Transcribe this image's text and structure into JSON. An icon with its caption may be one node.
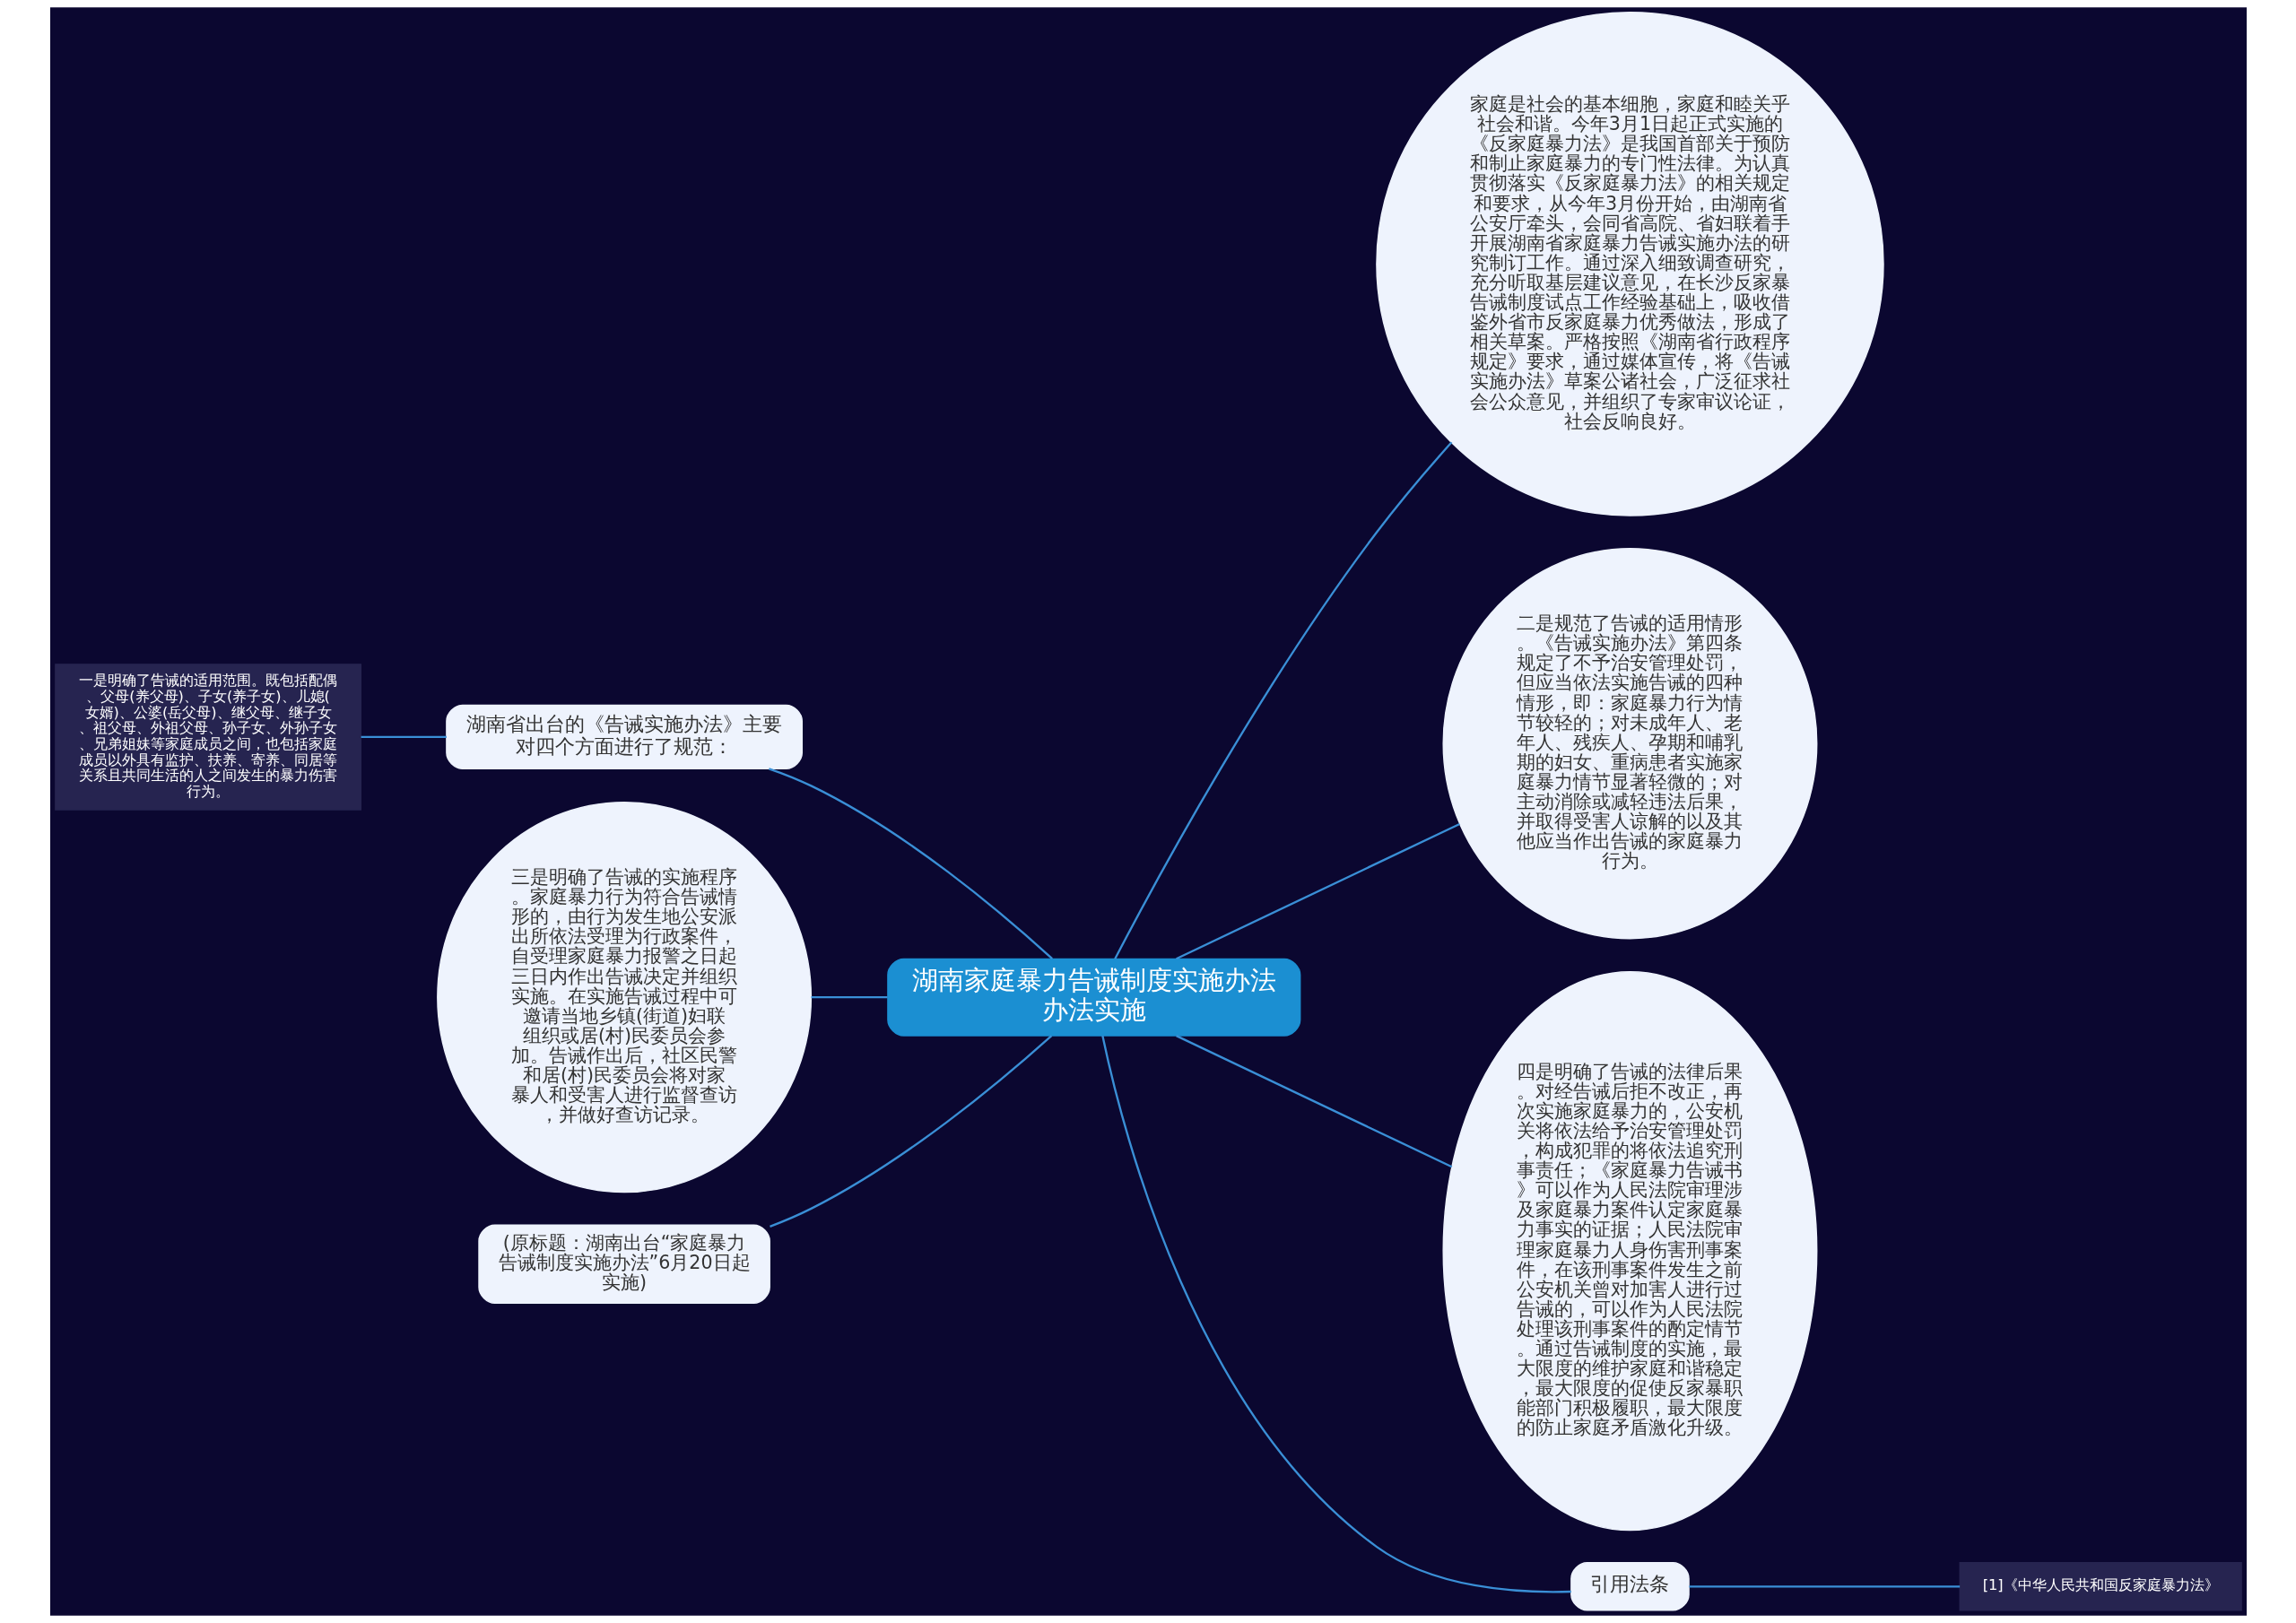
{
  "diagram": {
    "nodes": [
      {
        "text": [
          "湖南家庭暴力告诫制度实施办法办法实施"
        ]
      },
      {
        "text": [
          "家庭是社会的基本细胞，家庭和睦关乎社会和谐。今年3月1日起正式实施的《反家庭暴力法》是我国首部关于预防和制止家庭暴力的专门性法律。为认真贯彻落实《反家庭暴力法》的相关规定和要求，从今年3月份开始，由湖南省公安厅牵头，会同省高院、省妇联着手开展湖南省家庭暴力告诫实施办法的研究制订工作。通过深入细致调查研究，充分听取基层建议意见，在长沙反家暴告诫制度试点工作经验基础上，吸收借鉴外省市反家庭暴力优秀做法，形成了相关草案。严格按照《湖南省行政程序规定》要求，通过媒体宣传，将《告诫实施办法》草案公诸社会，广泛征求社会公众意见，并组织了专家审议论证，社会反响良好。"
        ]
      },
      {
        "text": [
          "湖南省出台的《告诫实施办法》主要对四个方面进行了规范："
        ]
      },
      {
        "text": [
          "一是明确了告诫的适用范围。既包括配偶、父母(养父母)、子女(养子女)、儿媳(女婿)、公婆(岳父母)、继父母、继子女、祖父母、外祖父母、孙子女、外孙子女、兄弟姐妹等家庭成员之间，也包括家庭成员以外具有监护、扶养、寄养、同居等关系且共同生活的人之间发生的暴力伤害行为。"
        ]
      },
      {
        "text": [
          "二是规范了告诫的适用情形。《告诫实施办法》第四条规定了不予治安管理处罚，但应当依法实施告诫的四种情形，即：家庭暴力行为情节较轻的；对未成年人、老年人、残疾人、孕期和哺乳期的妇女、重病患者实施家庭暴力情节显著轻微的；对主动消除或减轻违法后果，并取得受害人谅解的以及其他应当作出告诫的家庭暴力行为。"
        ]
      },
      {
        "text": [
          "三是明确了告诫的实施程序。家庭暴力行为符合告诫情形的，由行为发生地公安派出所依法受理为行政案件，自受理家庭暴力报警之日起三日内作出告诫决定并组织实施。在实施告诫过程中可邀请当地乡镇(街道)妇联组织或居(村)民委员会参加。告诫作出后，社区民警和居(村)民委员会将对家暴人和受害人进行监督查访，并做好查访记录。"
        ]
      },
      {
        "text": [
          "四是明确了告诫的法律后果。对经告诫后拒不改正，再次实施家庭暴力的，公安机关将依法给予治安管理处罚，构成犯罪的将依法追究刑事责任；《家庭暴力告诫书》可以作为人民法院审理涉及家庭暴力案件认定家庭暴力事实的证据；人民法院审理家庭暴力人身伤害刑事案件，在该刑事案件发生之前公安机关曾对加害人进行过告诫的，可以作为人民法院处理该刑事案件的酌定情节。通过告诫制度的实施，最大限度的维护家庭和谐稳定，最大限度的促使反家暴职能部门积极履职，最大限度的防止家庭矛盾激化升级。"
        ]
      },
      {
        "text": [
          "(原标题：湖南出台“家庭暴力告诫制度实施办法”6月20日起实施)"
        ]
      },
      {
        "text": [
          "引用法条"
        ]
      },
      {
        "text": [
          "[1]《中华人民共和国反家庭暴力法》"
        ]
      }
    ],
    "edges": [
      {
        "from": 0,
        "to": 1,
        "arrow": "none"
      },
      {
        "from": 0,
        "to": 2,
        "arrow": "none"
      },
      {
        "from": 2,
        "to": 3,
        "arrow": "none"
      },
      {
        "from": 0,
        "to": 4,
        "arrow": "none"
      },
      {
        "from": 0,
        "to": 5,
        "arrow": "none"
      },
      {
        "from": 0,
        "to": 6,
        "arrow": "none"
      },
      {
        "from": 0,
        "to": 7,
        "arrow": "none"
      },
      {
        "from": 0,
        "to": 8,
        "arrow": "none"
      },
      {
        "from": 8,
        "to": 9,
        "arrow": "none"
      }
    ]
  }
}
